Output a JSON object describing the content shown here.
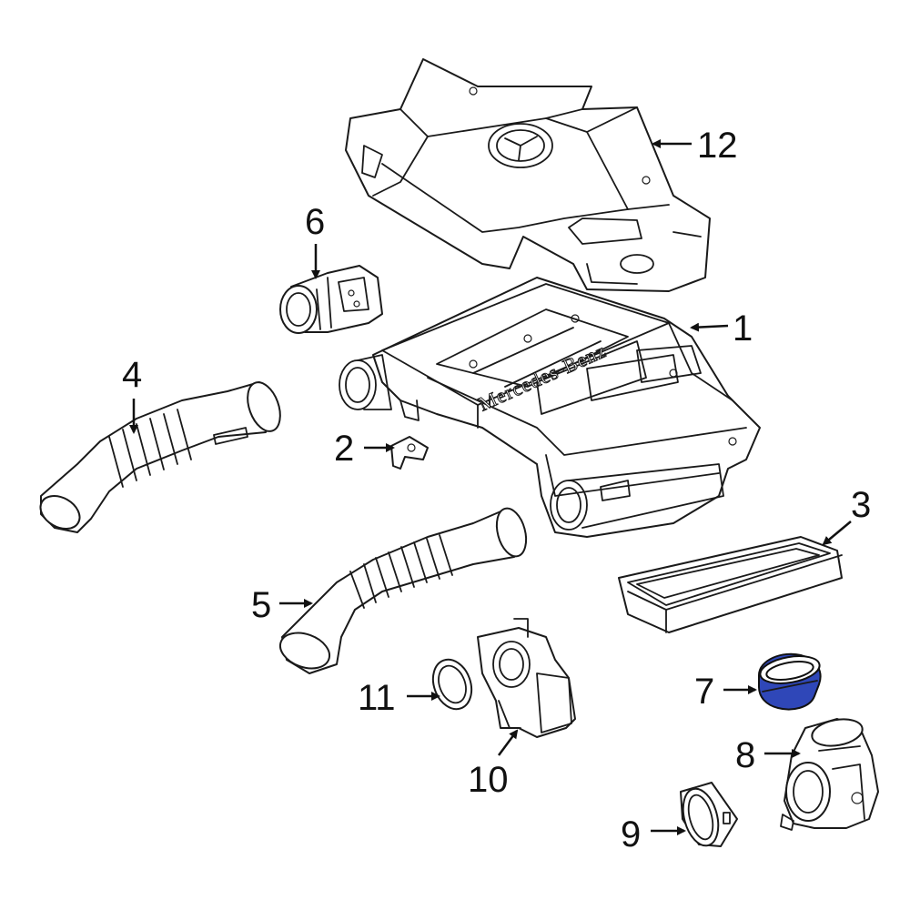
{
  "diagram": {
    "brand_text": "Mercedes-Benz",
    "highlight_color": "#2f47b8",
    "line_color": "#1a1a1a",
    "callouts": [
      {
        "id": "1",
        "label": "1"
      },
      {
        "id": "2",
        "label": "2"
      },
      {
        "id": "3",
        "label": "3"
      },
      {
        "id": "4",
        "label": "4"
      },
      {
        "id": "5",
        "label": "5"
      },
      {
        "id": "6",
        "label": "6"
      },
      {
        "id": "7",
        "label": "7"
      },
      {
        "id": "8",
        "label": "8"
      },
      {
        "id": "9",
        "label": "9"
      },
      {
        "id": "10",
        "label": "10"
      },
      {
        "id": "11",
        "label": "11"
      },
      {
        "id": "12",
        "label": "12"
      }
    ]
  }
}
